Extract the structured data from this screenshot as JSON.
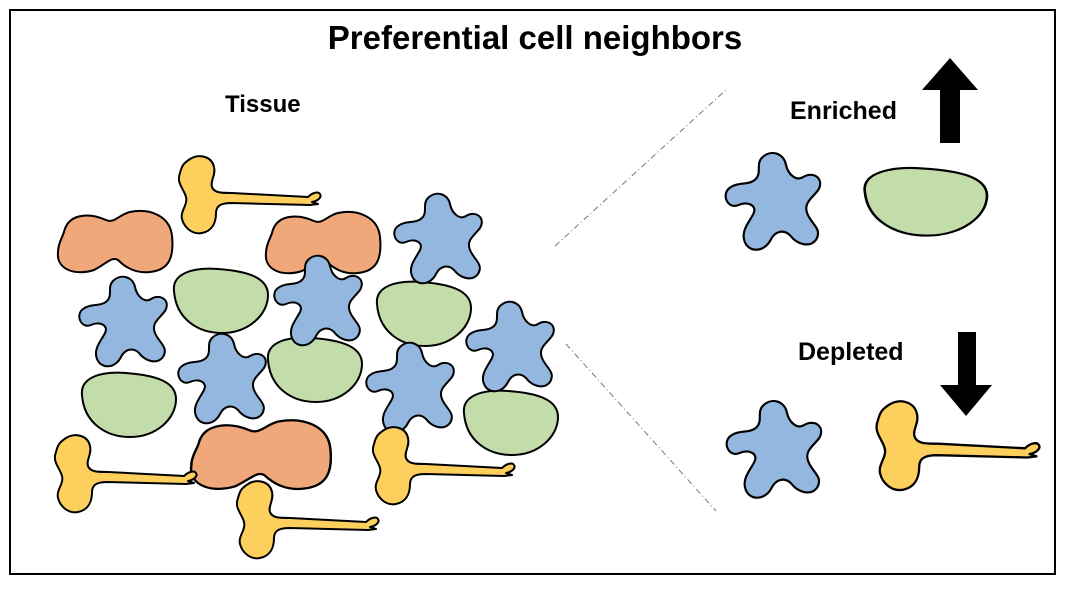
{
  "title": "Preferential cell neighbors",
  "tissue_label": "Tissue",
  "enriched_label": "Enriched",
  "depleted_label": "Depleted",
  "colors": {
    "orange_cell": "#f0a87a",
    "green_cell": "#c2dcaa",
    "blue_cell": "#94b7e0",
    "yellow_cell": "#fdd05e",
    "outline": "#000000"
  },
  "icons": {
    "enriched_arrow": "arrow-up-icon",
    "depleted_arrow": "arrow-down-icon"
  }
}
